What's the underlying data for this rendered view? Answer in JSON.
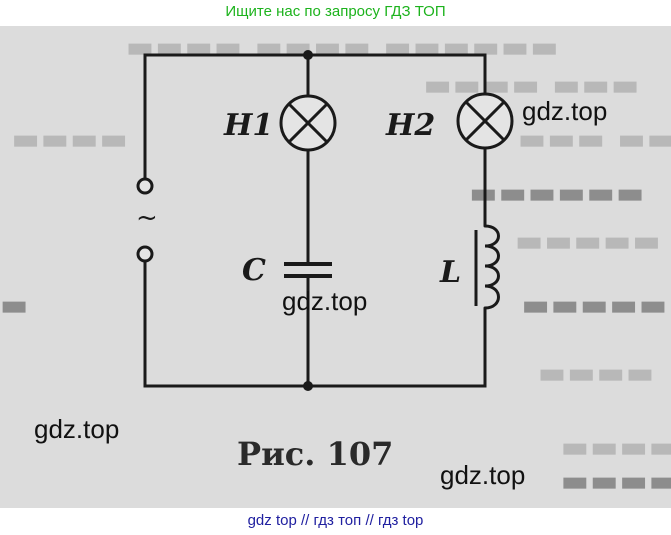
{
  "header": {
    "banner_text": "Ищите нас по запросу ГДЗ ТОП",
    "banner_color": "#1db31d"
  },
  "footer": {
    "links": [
      "gdz top",
      "гдз топ",
      "гдз top"
    ],
    "separator": "//",
    "link_color": "#2020a0"
  },
  "figure": {
    "caption": "Рис. 107",
    "labels": {
      "lamp1": "H1",
      "lamp2": "H2",
      "capacitor": "C",
      "inductor": "L",
      "source": "~"
    }
  },
  "watermarks": [
    "gdz.top",
    "gdz.top",
    "gdz.top",
    "gdz.top"
  ],
  "colors": {
    "wire": "#1a1a1a",
    "page_background": "#dcdcdc"
  }
}
